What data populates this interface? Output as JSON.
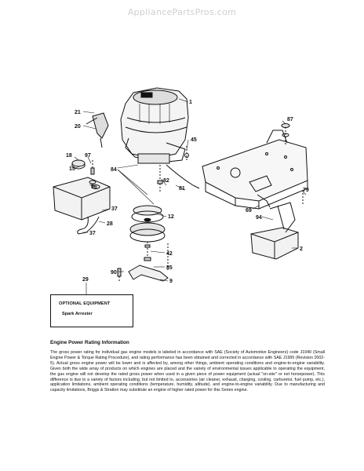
{
  "watermark": "AppliancePartsPros.com",
  "diagram": {
    "callouts": [
      "1",
      "21",
      "20",
      "87",
      "45",
      "18",
      "97",
      "84",
      "15",
      "82",
      "81",
      "96",
      "79",
      "69",
      "94",
      "37",
      "12",
      "28",
      "37",
      "42",
      "2",
      "85",
      "90",
      "9",
      "29"
    ]
  },
  "optional_equipment": {
    "title": "OPTIONAL EQUIPMENT",
    "item": "Spark Arrester"
  },
  "engine_info": {
    "title": "Engine Power Rating Information",
    "body": "The gross power rating for individual gas engine models is labeled in accordance with SAE (Society of Automotive Engineers) code J1940 (Small Engine Power & Torque Rating Procedure), and rating performance has been obtained and corrected in accordance with SAE J1995 (Revision 2002-5). Actual gross engine power will be lower and is affected by, among other things, ambient operating conditions and engine-to-engine variability. Given both the wide array of products on which engines are placed and the variety of environmental issues applicable to operating the equipment, the gas engine will not develop the rated gross power when used in a given piece of power equipment (actual \"on-site\" or net horsepower). This difference is due to a variety of factors including, but not limited to, accessories (air cleaner, exhaust, charging, cooling, carburetor, fuel pump, etc.), application limitations, ambient operating conditions (temperature, humidity, altitude), and engine-to-engine variability. Due to manufacturing and capacity limitations, Briggs & Stratton may substitute an engine of higher rated power for this Series engine."
  },
  "colors": {
    "ink": "#111111",
    "watermark": "#cfcfcf",
    "background": "#ffffff"
  }
}
